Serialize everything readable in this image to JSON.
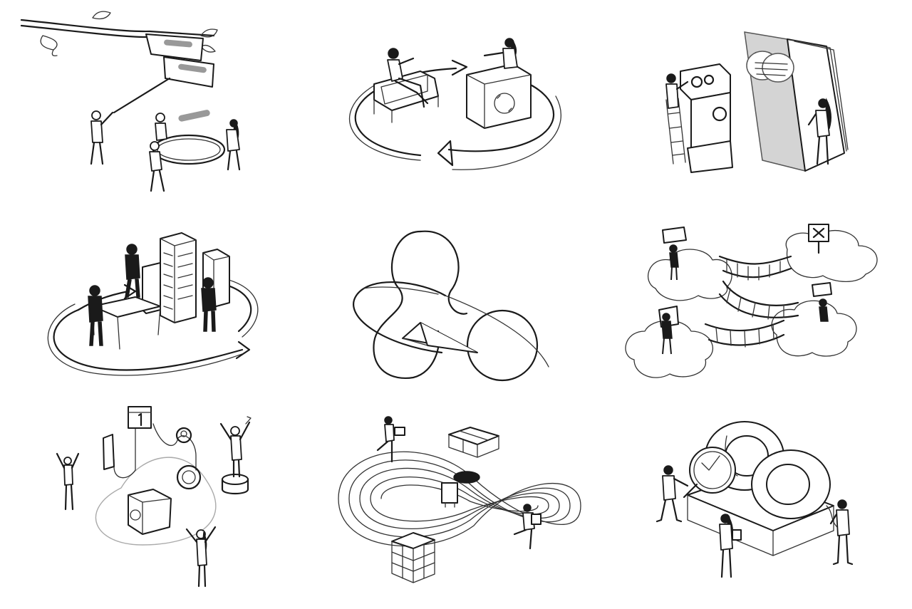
{
  "page": {
    "background": "#ffffff",
    "ink_color": "#1a1a1a",
    "accent_grey": "#999999"
  },
  "illustrations": [
    {
      "id": "branch-signboard-team",
      "icon": "branch-with-signs-and-team-holding-ring"
    },
    {
      "id": "sofa-desk-cycle",
      "icon": "people-sofa-desk-recycle-loop"
    },
    {
      "id": "robot-projector-book",
      "icon": "robot-projector-giant-book"
    },
    {
      "id": "city-planning-cycle",
      "icon": "city-buildings-planning-loop"
    },
    {
      "id": "paper-plane-loop",
      "icon": "paper-plane-orbit-shape"
    },
    {
      "id": "cloud-bridges",
      "icon": "clouds-connected-by-bridges"
    },
    {
      "id": "celebration-journey",
      "icon": "calendar-box-celebration-path"
    },
    {
      "id": "infinity-track",
      "icon": "infinity-track-delivery"
    },
    {
      "id": "magnifier-infinity",
      "icon": "magnifying-glass-infinity-sculpture"
    }
  ]
}
